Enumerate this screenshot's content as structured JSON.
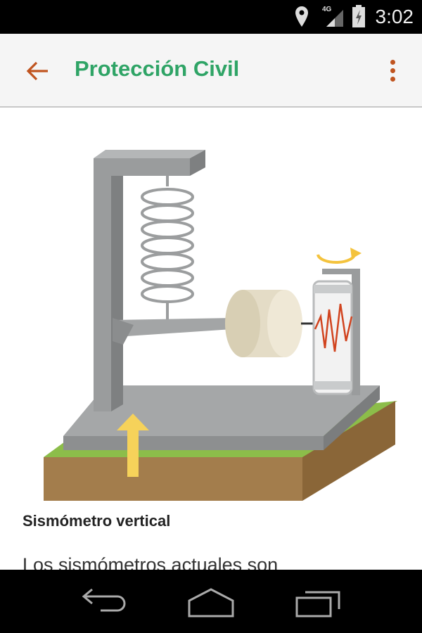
{
  "status_bar": {
    "network": "4G",
    "time": "3:02",
    "icons": [
      "location-icon",
      "signal-icon",
      "battery-charging-icon"
    ]
  },
  "app_bar": {
    "title": "Protección Civil",
    "back_icon": "arrow-back-icon",
    "menu_icon": "more-vert-icon"
  },
  "content": {
    "caption": "Sismómetro vertical",
    "paragraph": "Los sismómetros actuales son"
  },
  "nav_bar": {
    "icons": [
      "back-icon",
      "home-icon",
      "recents-icon"
    ]
  },
  "colors": {
    "title": "#2fa466",
    "accent": "#c0541f"
  }
}
